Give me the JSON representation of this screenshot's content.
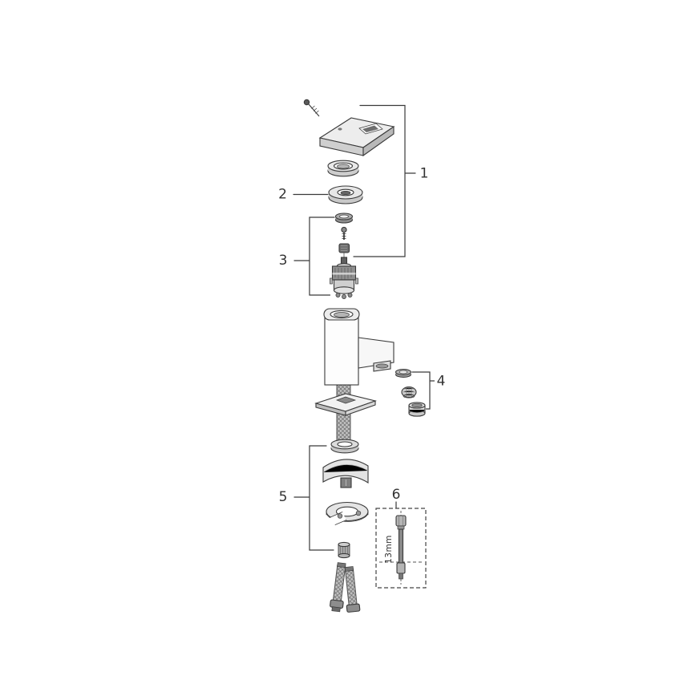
{
  "diagram": {
    "kind": "exploded-parts-diagram",
    "labels": {
      "part1": "1",
      "part2": "2",
      "part3": "3",
      "part4": "4",
      "part5": "5",
      "part6": "6",
      "tool_size": "13mm"
    },
    "colors": {
      "line": "#3a3a3a",
      "label_text": "#333333",
      "background": "#ffffff",
      "metal_light": "#e7e7e7",
      "metal_mid": "#c9c9c9",
      "metal_dark": "#8a8a8a"
    }
  }
}
